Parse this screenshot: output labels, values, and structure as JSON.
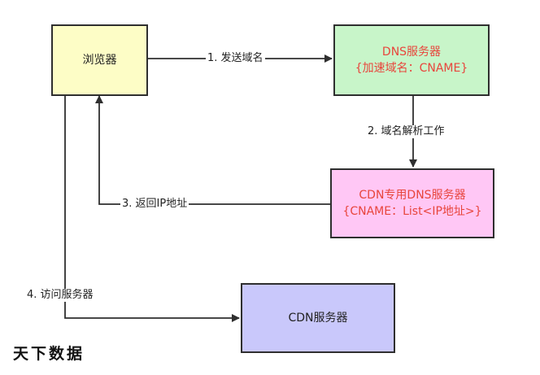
{
  "nodes": {
    "browser": {
      "label": "浏览器",
      "fill": "#fdfdc6"
    },
    "dns": {
      "line1": "DNS服务器",
      "line2": "{加速域名：CNAME}",
      "fill": "#c8f5c9",
      "text_color": "#e8453c"
    },
    "cdn_dns": {
      "line1": "CDN专用DNS服务器",
      "line2": "{CNAME：List<IP地址>}",
      "fill": "#ffc7f5",
      "text_color": "#e8453c"
    },
    "cdn": {
      "label": "CDN服务器",
      "fill": "#c9c8fb"
    }
  },
  "edges": {
    "e1": {
      "label": "1. 发送域名"
    },
    "e2": {
      "label": "2. 域名解析工作"
    },
    "e3": {
      "label": "3. 返回IP地址"
    },
    "e4": {
      "label": "4. 访问服务器"
    }
  },
  "watermark": "天下数据",
  "colors": {
    "border": "#2f2f2f",
    "arrow": "#2f2f2f"
  }
}
